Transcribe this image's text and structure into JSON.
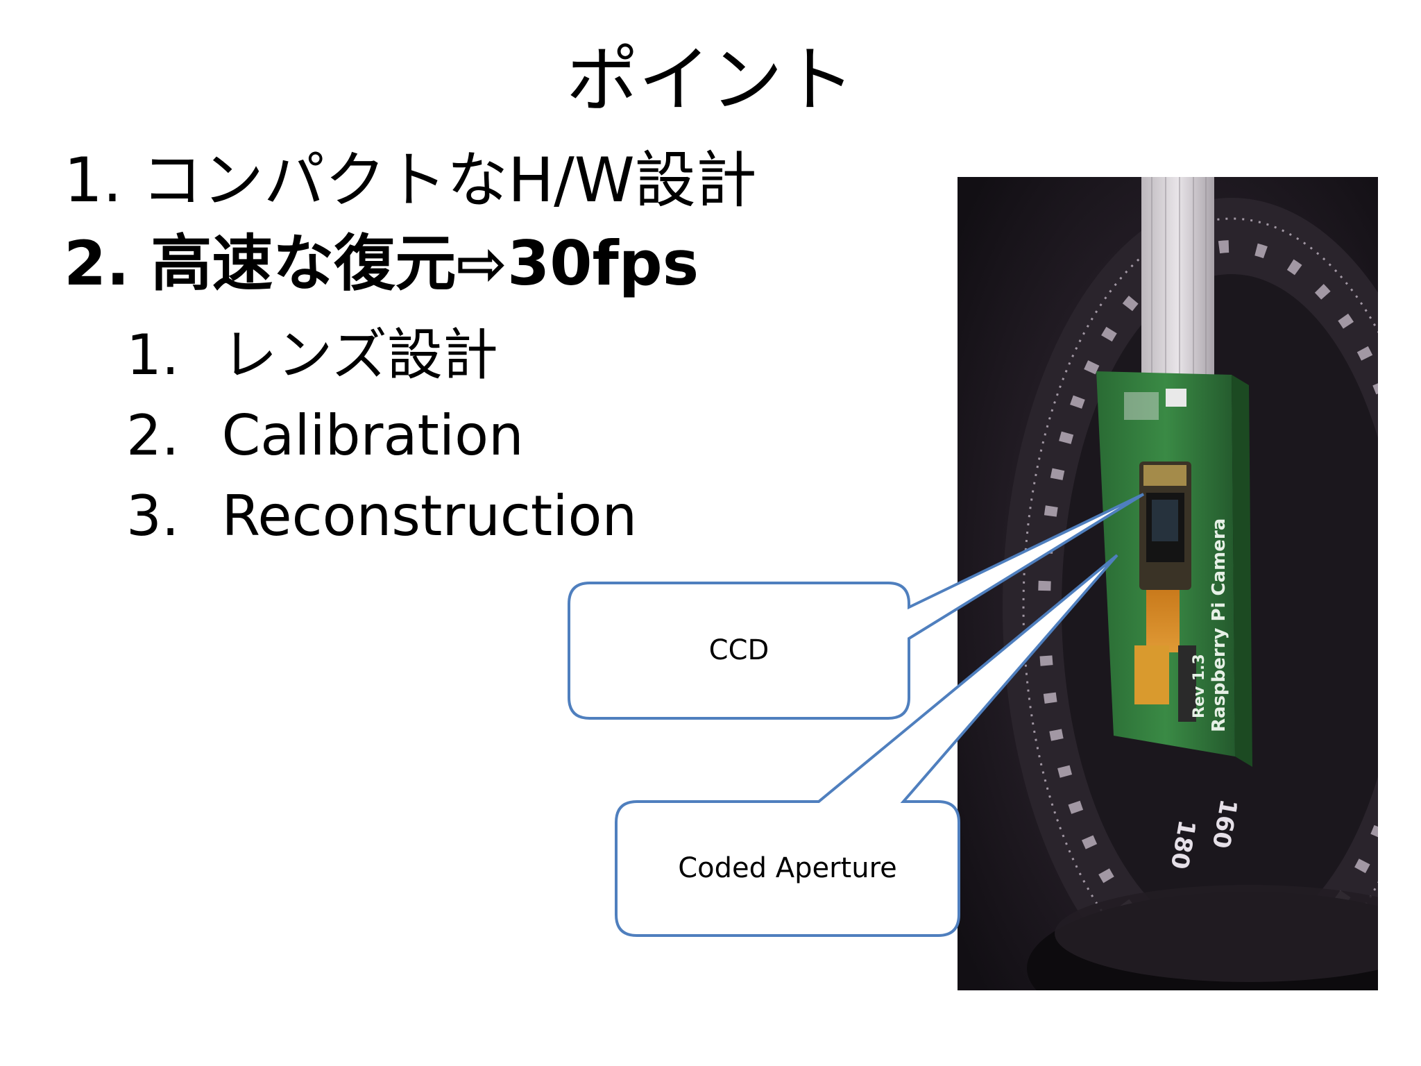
{
  "slide": {
    "title": "ポイント",
    "items": [
      {
        "num": "1.",
        "text": "コンパクトなH/W設計"
      },
      {
        "num": "2.",
        "text": "高速な復元⇨30fps"
      }
    ],
    "subitems": [
      {
        "num": "1.",
        "text": "レンズ設計"
      },
      {
        "num": "2.",
        "text": "Calibration"
      },
      {
        "num": "3.",
        "text": "Reconstruction"
      }
    ]
  },
  "photo": {
    "board_label_1": "Raspberry Pi Camera",
    "board_label_2": "Rev 1.3",
    "dial_label_1": "180",
    "dial_label_2": "160"
  },
  "callouts": {
    "ccd": "CCD",
    "aperture": "Coded Aperture"
  },
  "colors": {
    "callout_border": "#4f7fbe",
    "board_green": "#2f7a3c"
  }
}
